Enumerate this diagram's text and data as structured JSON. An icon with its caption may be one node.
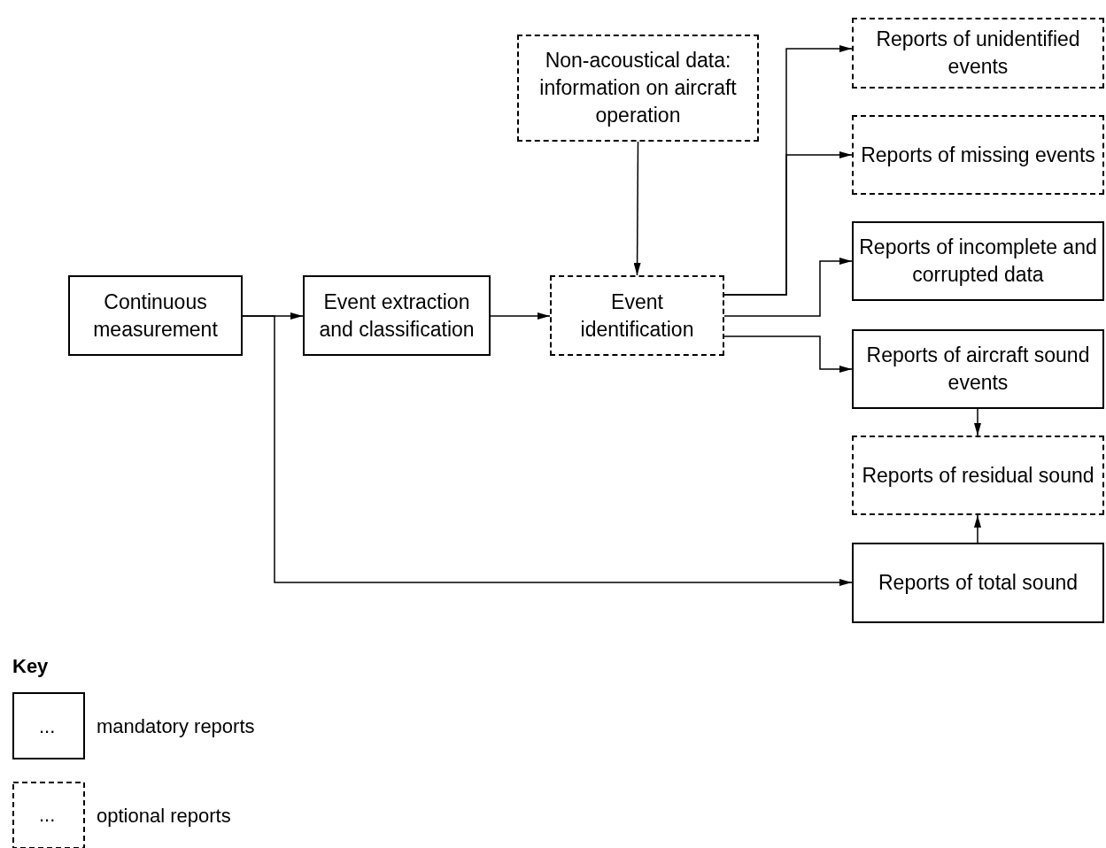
{
  "diagram": {
    "nodes": [
      {
        "text": [
          "Continuous measurement"
        ]
      },
      {
        "text": [
          "Event extraction and classification"
        ]
      },
      {
        "text": [
          "Non-acoustical data: information on aircraft operation"
        ]
      },
      {
        "text": [
          "Event identification"
        ]
      },
      {
        "text": [
          "Reports of unidentified events"
        ]
      },
      {
        "text": [
          "Reports of missing events"
        ]
      },
      {
        "text": [
          "Reports of incomplete and corrupted data"
        ]
      },
      {
        "text": [
          "Reports of aircraft sound events"
        ]
      },
      {
        "text": [
          "Reports of residual sound"
        ]
      },
      {
        "text": [
          "Reports of total sound"
        ]
      }
    ],
    "edges": [
      {
        "from": 0,
        "to": 1,
        "arrow": "to"
      },
      {
        "from": 0,
        "to": 9,
        "arrow": "to"
      },
      {
        "from": 1,
        "to": 3,
        "arrow": "to"
      },
      {
        "from": 2,
        "to": 3,
        "arrow": "to"
      },
      {
        "from": 3,
        "to": 4,
        "arrow": "to"
      },
      {
        "from": 3,
        "to": 5,
        "arrow": "to"
      },
      {
        "from": 3,
        "to": 6,
        "arrow": "to"
      },
      {
        "from": 3,
        "to": 7,
        "arrow": "to"
      },
      {
        "from": 7,
        "to": 8,
        "arrow": "to"
      },
      {
        "from": 9,
        "to": 8,
        "arrow": "to"
      }
    ],
    "labels": [
      "Key",
      "...",
      "..."
    ],
    "legend": [
      {
        "text": "mandatory reports"
      },
      {
        "text": "optional reports"
      }
    ]
  }
}
